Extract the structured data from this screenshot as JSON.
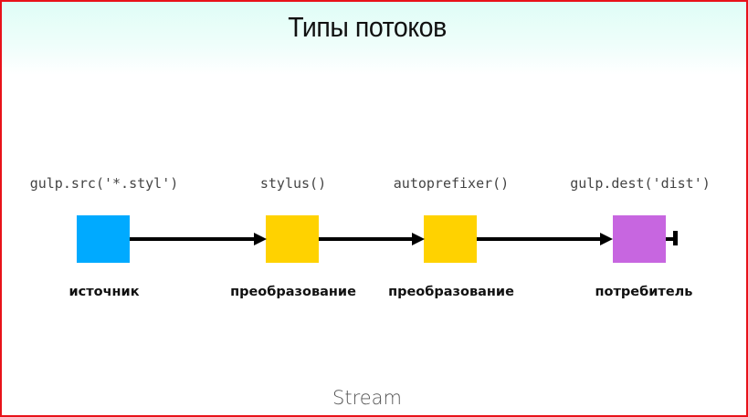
{
  "slide": {
    "title": "Типы потоков",
    "footer": "Stream",
    "border_color": "#e8121a"
  },
  "pipeline": {
    "stages": [
      {
        "code": "gulp.src('*.styl')",
        "role": "источник",
        "color": "#00aaff"
      },
      {
        "code": "stylus()",
        "role": "преобразование",
        "color": "#ffd200"
      },
      {
        "code": "autoprefixer()",
        "role": "преобразование",
        "color": "#ffd200"
      },
      {
        "code": "gulp.dest('dist')",
        "role": "потребитель",
        "color": "#c766e0"
      }
    ],
    "connector_color": "#000000"
  }
}
